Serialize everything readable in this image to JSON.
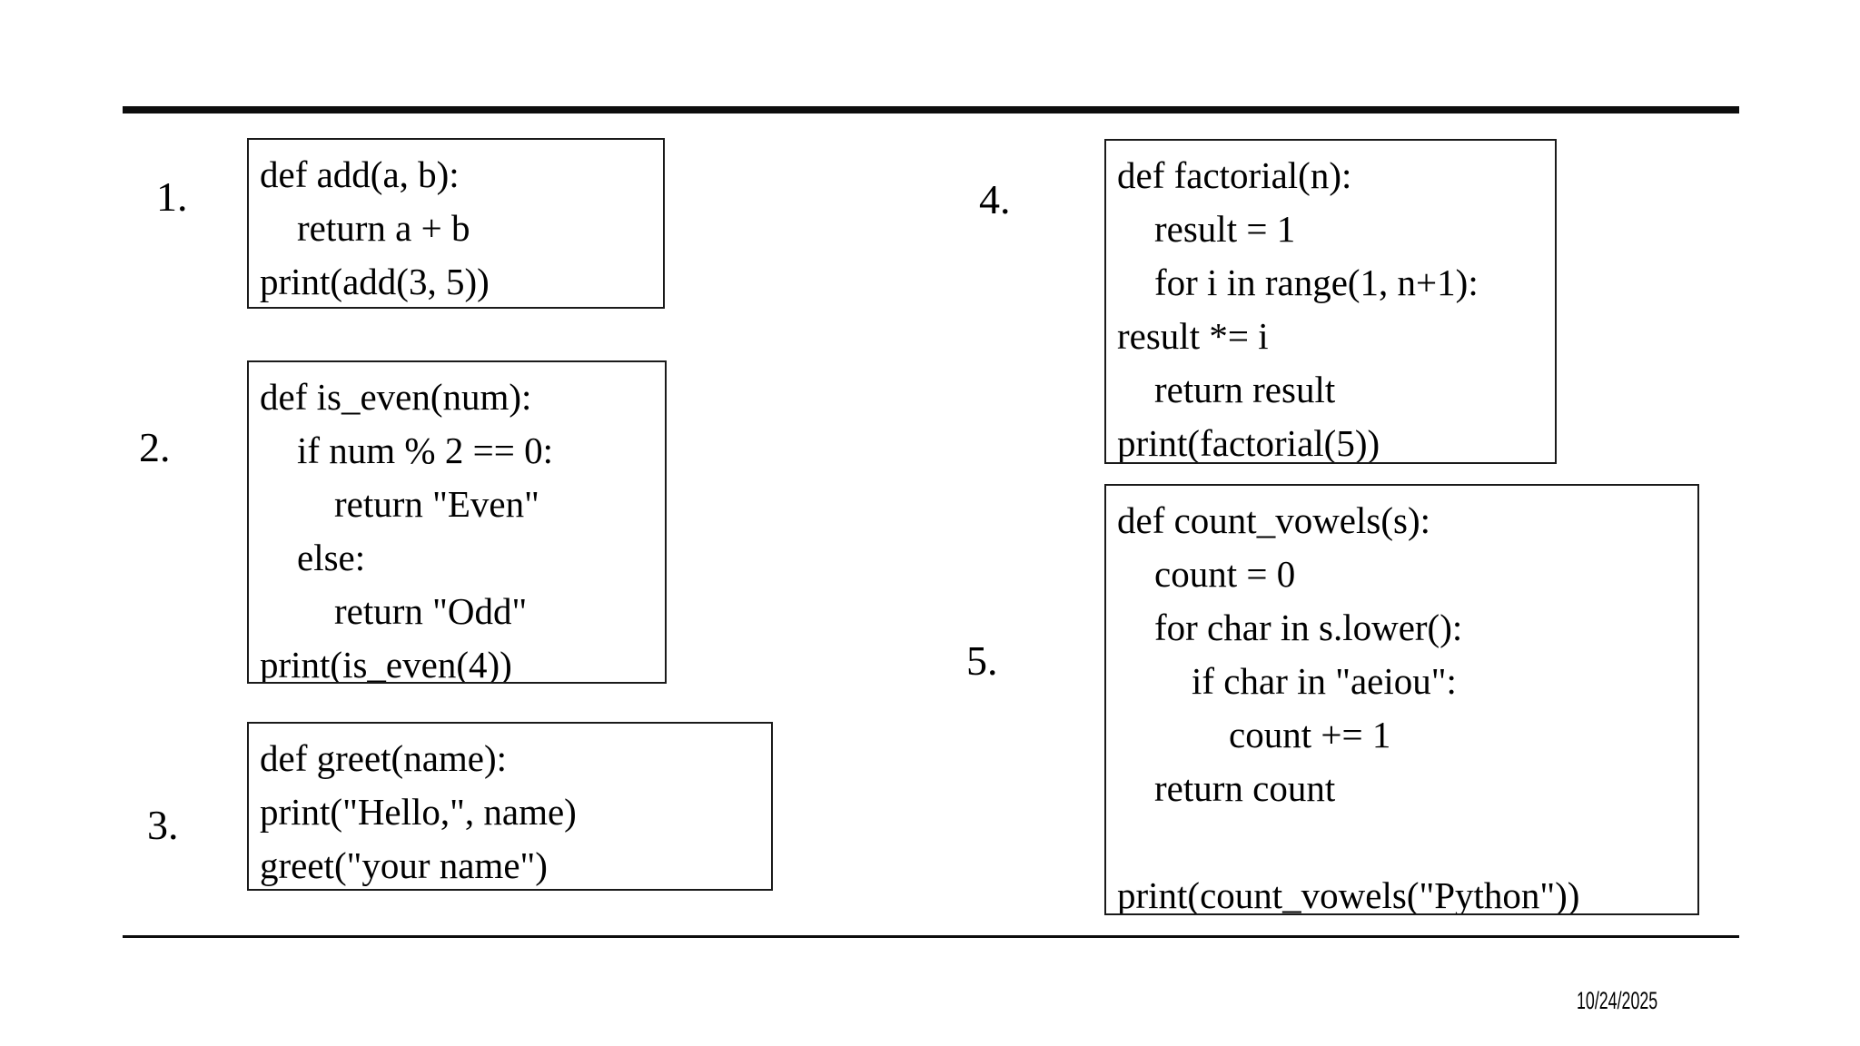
{
  "page": {
    "background_color": "#ffffff",
    "text_color": "#000000",
    "rule_color": "#0d0d0d"
  },
  "problems": [
    {
      "number": "1.",
      "code_lines": [
        "def add(a, b):",
        "    return a + b",
        "print(add(3, 5))"
      ]
    },
    {
      "number": "2.",
      "code_lines": [
        "def is_even(num):",
        "    if num % 2 == 0:",
        "        return \"Even\"",
        "    else:",
        "        return \"Odd\"",
        "print(is_even(4))"
      ]
    },
    {
      "number": "3.",
      "code_lines": [
        "def greet(name):",
        "print(\"Hello,\", name)",
        "greet(\"your name\")"
      ]
    },
    {
      "number": "4.",
      "code_lines": [
        "def factorial(n):",
        "    result = 1",
        "    for i in range(1, n+1):",
        "result *= i",
        "    return result",
        "print(factorial(5))"
      ]
    },
    {
      "number": "5.",
      "code_lines": [
        "def count_vowels(s):",
        "    count = 0",
        "    for char in s.lower():",
        "        if char in \"aeiou\":",
        "            count += 1",
        "    return count",
        "",
        "print(count_vowels(\"Python\"))"
      ]
    }
  ],
  "footer": {
    "date": "10/24/2025"
  }
}
